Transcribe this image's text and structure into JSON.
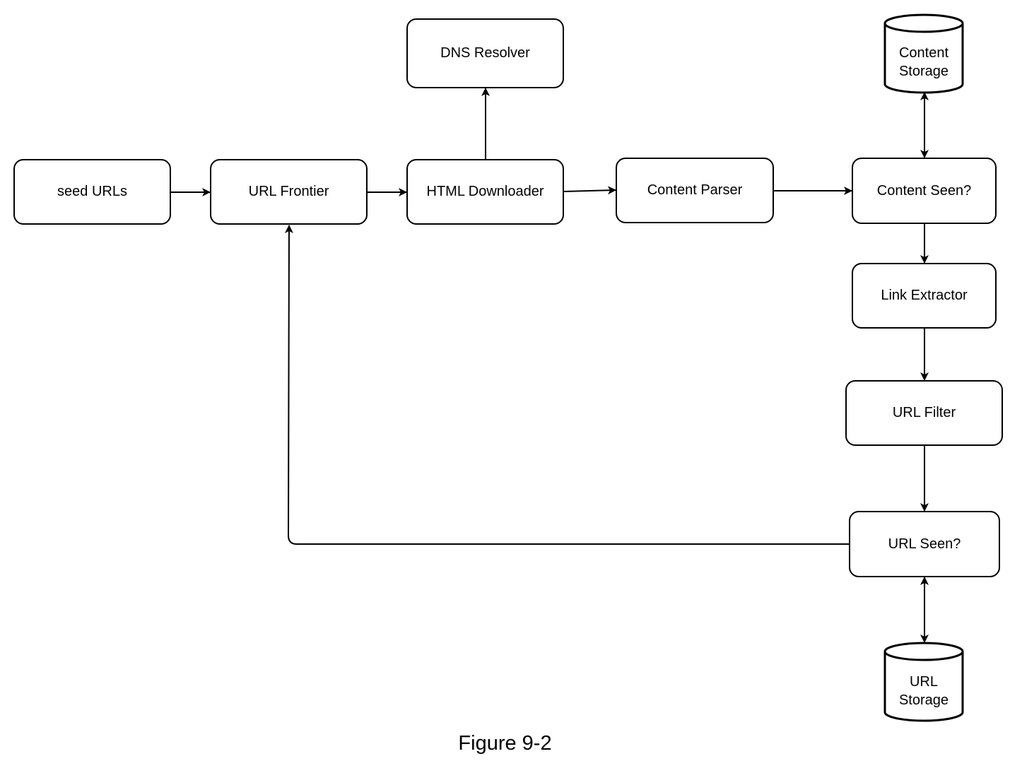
{
  "diagram": {
    "nodes": {
      "seed_urls": "seed URLs",
      "url_frontier": "URL Frontier",
      "html_downloader": "HTML Downloader",
      "dns_resolver": "DNS Resolver",
      "content_parser": "Content Parser",
      "content_seen": "Content Seen?",
      "link_extractor": "Link Extractor",
      "url_filter": "URL Filter",
      "url_seen": "URL Seen?"
    },
    "databases": {
      "content_storage": [
        "Content",
        "Storage"
      ],
      "url_storage": [
        "URL",
        "Storage"
      ]
    },
    "edges": [
      {
        "from": "seed_urls",
        "to": "url_frontier",
        "direction": "forward"
      },
      {
        "from": "url_frontier",
        "to": "html_downloader",
        "direction": "forward"
      },
      {
        "from": "html_downloader",
        "to": "dns_resolver",
        "direction": "forward"
      },
      {
        "from": "html_downloader",
        "to": "content_parser",
        "direction": "forward"
      },
      {
        "from": "content_parser",
        "to": "content_seen",
        "direction": "forward"
      },
      {
        "from": "content_seen",
        "to": "content_storage",
        "direction": "both"
      },
      {
        "from": "content_seen",
        "to": "link_extractor",
        "direction": "forward"
      },
      {
        "from": "link_extractor",
        "to": "url_filter",
        "direction": "forward"
      },
      {
        "from": "url_filter",
        "to": "url_seen",
        "direction": "forward"
      },
      {
        "from": "url_seen",
        "to": "url_storage",
        "direction": "both"
      },
      {
        "from": "url_seen",
        "to": "url_frontier",
        "direction": "forward"
      }
    ],
    "stroke_color": "#000000",
    "fill_color": "#ffffff"
  },
  "caption": "Figure 9-2"
}
